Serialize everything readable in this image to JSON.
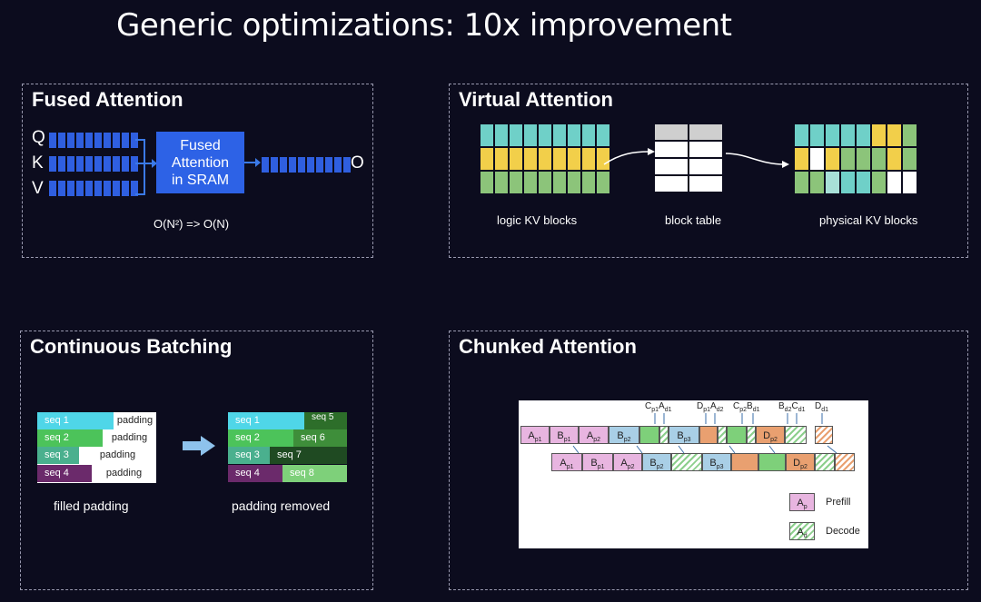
{
  "slide_title": "Generic optimizations: 10x improvement",
  "panels": {
    "fused": {
      "title": "Fused Attention",
      "inputs": [
        "Q",
        "K",
        "V"
      ],
      "box_label": "Fused\nAttention\nin SRAM",
      "output": "O",
      "complexity": "O(N²) => O(N)"
    },
    "virtual": {
      "title": "Virtual Attention",
      "logic_label": "logic KV blocks",
      "table_label": "block table",
      "physical_label": "physical KV blocks"
    },
    "batching": {
      "title": "Continuous Batching",
      "left_caption": "filled padding",
      "right_caption": "padding removed",
      "left_rows": [
        {
          "seq": "seq 1",
          "pad": "padding"
        },
        {
          "seq": "seq 2",
          "pad": "padding"
        },
        {
          "seq": "seq 3",
          "pad": "padding"
        },
        {
          "seq": "seq 4",
          "pad": "padding"
        }
      ],
      "right_rows": [
        {
          "seq": "seq 1",
          "next": "seq 5"
        },
        {
          "seq": "seq 2",
          "next": "seq 6"
        },
        {
          "seq": "seq 3",
          "next": "seq 7"
        },
        {
          "seq": "seq 4",
          "next": "seq 8"
        }
      ]
    },
    "chunked": {
      "title": "Chunked Attention",
      "legend_prefill": "Prefill",
      "legend_decode": "Decode"
    }
  },
  "colors": {
    "background": "#0c0c1e",
    "blue": "#2f5fe0",
    "teal": "#6fd0c8",
    "yellow": "#f2cf4a",
    "green": "#8cc47a",
    "pink": "#e8b5e0",
    "light_blue": "#a9cfe6",
    "orange": "#e9a070",
    "chunk_green": "#7ed07a"
  }
}
